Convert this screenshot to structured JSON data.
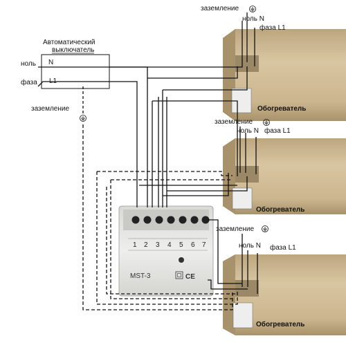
{
  "breaker": {
    "title_line1": "Автоматический",
    "title_line2": "выключатель",
    "neutral_label": "ноль",
    "phase_label": "фаза",
    "n_terminal": "N",
    "l1_terminal": "L1",
    "ground_label": "заземление"
  },
  "controller": {
    "model": "MST-3",
    "terminals": [
      "1",
      "2",
      "3",
      "4",
      "5",
      "6",
      "7"
    ],
    "mark": "CE"
  },
  "heaters": [
    {
      "name": "Обогреватель",
      "ground_label": "заземление",
      "neutral_label": "ноль N",
      "phase_label": "фаза L1"
    },
    {
      "name": "Обогреватель",
      "ground_label": "заземление",
      "neutral_label": "ноль N",
      "phase_label": "фаза L1"
    },
    {
      "name": "Обогреватель",
      "ground_label": "заземление",
      "neutral_label": "ноль N",
      "phase_label": "фаза L1"
    }
  ],
  "colors": {
    "wire": "#111111",
    "heater_body": "#cdb894",
    "heater_shadow": "#a89470",
    "controller_body": "#e9e9e6"
  }
}
